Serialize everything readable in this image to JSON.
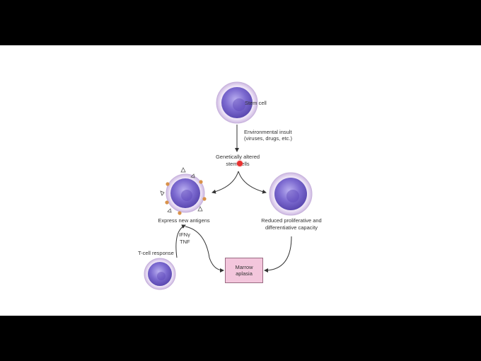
{
  "colors": {
    "letterbox": "#000000",
    "background": "#ffffff",
    "cell_membrane": "#d8c8e8",
    "cell_body": "#7c6ad0",
    "nucleus": "#5d47b8",
    "antigen_orange": "#d9924a",
    "box_fill": "#f3c6dc",
    "arrow": "#333333",
    "pointer_dot": "#e8312f"
  },
  "labels": {
    "stem_cell": "Stem cell",
    "insult_line1": "Environmental insult",
    "insult_line2": "(viruses, drugs, etc.)",
    "altered_line1": "Genetically altered",
    "altered_line2": "stem cells",
    "express_antigens": "Express new antigens",
    "reduced_line1": "Reduced proliferative and",
    "reduced_line2": "differentiative capacity",
    "ifn": "IFNγ",
    "tnf": "TNF",
    "tcell_response": "T-cell response",
    "marrow_line1": "Marrow",
    "marrow_line2": "aplasia"
  },
  "icons": {
    "pointer": "red-pointer-dot"
  }
}
